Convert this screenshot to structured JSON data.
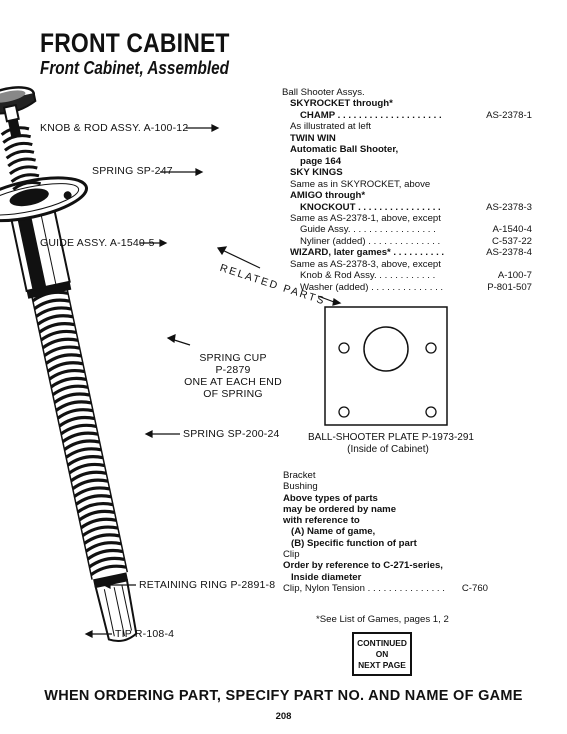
{
  "header": {
    "title": "FRONT CABINET",
    "subtitle": "Front Cabinet, Assembled"
  },
  "callouts": {
    "knob_rod": "KNOB & ROD ASSY. A-100-12",
    "spring_top": "SPRING SP-247",
    "guide_assy": "GUIDE ASSY. A-1540-5",
    "related_parts": "RELATED PARTS",
    "spring_cup": [
      "SPRING CUP",
      "P-2879",
      "ONE AT EACH END",
      "OF SPRING"
    ],
    "spring_mid": "SPRING SP-200-24",
    "retaining_ring": "RETAINING RING P-2891-8",
    "tip": "TIP R-108-4"
  },
  "assemblies": [
    {
      "text": "Ball Shooter Assys.",
      "bold": false,
      "indent": 0,
      "part": ""
    },
    {
      "text": "SKYROCKET through*",
      "bold": true,
      "indent": 1,
      "part": ""
    },
    {
      "text": "CHAMP . . . . . . . . . . . . . . . . . . . .",
      "bold": true,
      "indent": 2,
      "part": "AS-2378-1"
    },
    {
      "text": "As illustrated at left",
      "bold": false,
      "indent": 1,
      "part": ""
    },
    {
      "text": "TWIN WIN",
      "bold": true,
      "indent": 1,
      "part": ""
    },
    {
      "text": "Automatic Ball Shooter,",
      "bold": true,
      "indent": 1,
      "part": ""
    },
    {
      "text": "page 164",
      "bold": true,
      "indent": 2,
      "part": ""
    },
    {
      "text": "SKY KINGS",
      "bold": true,
      "indent": 1,
      "part": ""
    },
    {
      "text": "Same as in SKYROCKET, above",
      "bold": false,
      "indent": 1,
      "part": ""
    },
    {
      "text": "AMIGO through*",
      "bold": true,
      "indent": 1,
      "part": ""
    },
    {
      "text": "KNOCKOUT . . . . . . . . . . . . . . . .",
      "bold": true,
      "indent": 2,
      "part": "AS-2378-3"
    },
    {
      "text": "Same as AS-2378-1, above, except",
      "bold": false,
      "indent": 1,
      "part": ""
    },
    {
      "text": "Guide Assy. . . . . . . . . . . . . . . . .",
      "bold": false,
      "indent": 2,
      "part": "A-1540-4"
    },
    {
      "text": "Nyliner (added) . . . . . . . . . . . . . .",
      "bold": false,
      "indent": 2,
      "part": "C-537-22"
    },
    {
      "text": "WIZARD, later games* . . . . . . . . . .",
      "bold": true,
      "indent": 1,
      "part": "AS-2378-4"
    },
    {
      "text": "Same as AS-2378-3, above, except",
      "bold": false,
      "indent": 1,
      "part": ""
    },
    {
      "text": "Knob & Rod Assy. . . . . . . . . . . .",
      "bold": false,
      "indent": 2,
      "part": "A-100-7"
    },
    {
      "text": "Washer (added) . . . . . . . . . . . . . .",
      "bold": false,
      "indent": 2,
      "part": "P-801-507"
    }
  ],
  "plate": {
    "caption": "BALL-SHOOTER PLATE P-1973-291",
    "subcaption": "(Inside of Cabinet)"
  },
  "related": [
    {
      "text": "Bracket",
      "bold": false,
      "indent": 0,
      "part": ""
    },
    {
      "text": "Bushing",
      "bold": false,
      "indent": 0,
      "part": ""
    },
    {
      "text": "Above types of parts",
      "bold": true,
      "indent": 0,
      "part": ""
    },
    {
      "text": "may be ordered by name",
      "bold": true,
      "indent": 0,
      "part": ""
    },
    {
      "text": "with reference to",
      "bold": true,
      "indent": 0,
      "part": ""
    },
    {
      "text": "(A) Name of game,",
      "bold": true,
      "indent": 1,
      "part": ""
    },
    {
      "text": "(B) Specific function of part",
      "bold": true,
      "indent": 1,
      "part": ""
    },
    {
      "text": "Clip",
      "bold": false,
      "indent": 0,
      "part": ""
    },
    {
      "text": "Order by reference to C-271-series,",
      "bold": true,
      "indent": 0,
      "part": ""
    },
    {
      "text": "Inside diameter",
      "bold": true,
      "indent": 1,
      "part": ""
    },
    {
      "text": "Clip, Nylon Tension . . . . . . . . . . . . . . .",
      "bold": false,
      "indent": 0,
      "part": "C-760"
    }
  ],
  "note": "*See List of Games, pages 1, 2",
  "continued": [
    "CONTINUED",
    "ON",
    "NEXT PAGE"
  ],
  "footer": "WHEN ORDERING PART, SPECIFY PART NO. AND NAME OF GAME",
  "page_number": "208"
}
